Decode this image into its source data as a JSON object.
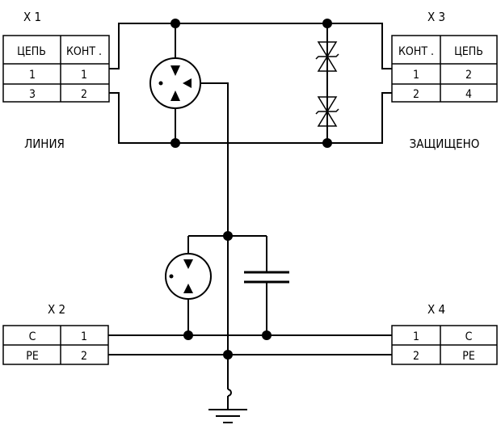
{
  "connectors": {
    "x1": {
      "title": "X 1",
      "headers": [
        "ЦЕПЬ",
        "КОНТ ."
      ],
      "rows": [
        [
          "1",
          "1"
        ],
        [
          "3",
          "2"
        ]
      ]
    },
    "x3": {
      "title": "X 3",
      "headers": [
        "КОНТ .",
        "ЦЕПЬ"
      ],
      "rows": [
        [
          "1",
          "2"
        ],
        [
          "2",
          "4"
        ]
      ]
    },
    "x2": {
      "title": "X 2",
      "rows": [
        [
          "C",
          "1"
        ],
        [
          "PE",
          "2"
        ]
      ]
    },
    "x4": {
      "title": "X 4",
      "rows": [
        [
          "1",
          "C"
        ],
        [
          "2",
          "PE"
        ]
      ]
    }
  },
  "labels": {
    "line": "ЛИНИЯ",
    "protected": "ЗАЩИЩЕНО"
  }
}
